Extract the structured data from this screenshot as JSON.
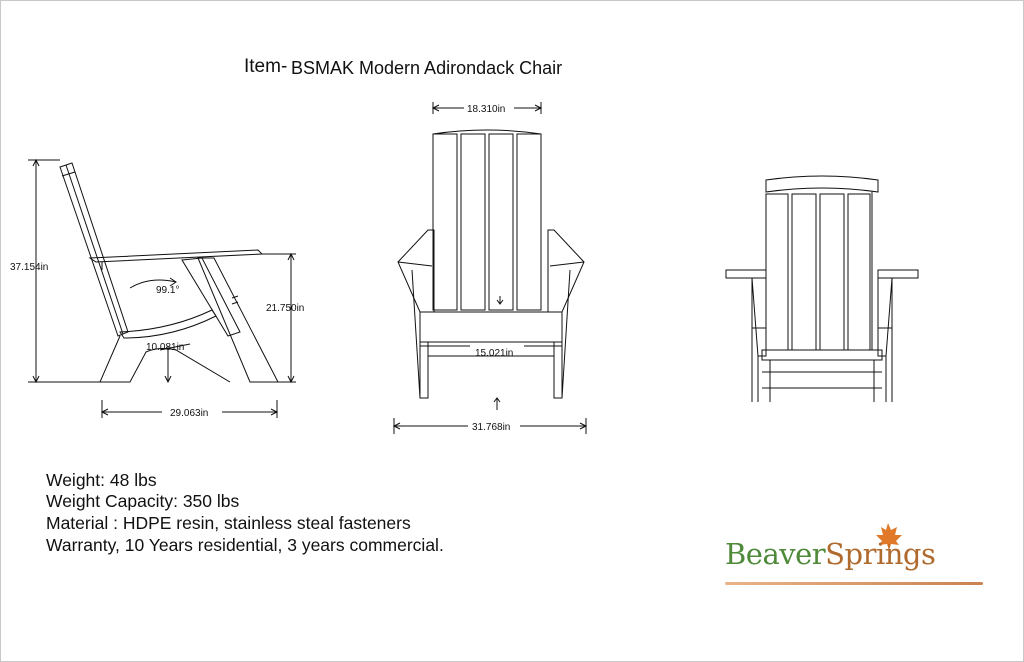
{
  "title": {
    "prefix": "Item-",
    "main": "BSMAK Modern Adirondack Chair"
  },
  "dimensions": {
    "side_height": "37.154in",
    "seat_height": "21.750in",
    "seat_front": "10.081in",
    "depth": "29.063in",
    "recline_angle": "99.1°",
    "back_width": "18.310in",
    "seat_width": "15.021in",
    "overall_width": "31.768in"
  },
  "specs": [
    "Weight: 48 lbs",
    "Weight Capacity: 350 lbs",
    "Material : HDPE resin, stainless steal fasteners",
    "Warranty, 10 Years residential, 3 years commercial."
  ],
  "logo": {
    "part1": "Beaver",
    "part2": "Springs"
  },
  "colors": {
    "line": "#111111",
    "logo_green": "#4f8a3a",
    "logo_orange": "#b06a2e",
    "leaf": "#e07a2a"
  }
}
